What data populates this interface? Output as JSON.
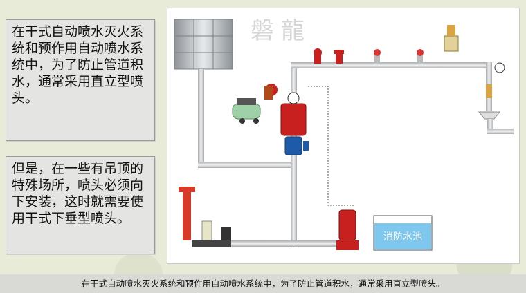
{
  "text_boxes": {
    "box1": "在干式自动喷水灭火系统和预作用自动喷水系统中，为了防止管道积水，通常采用直立型喷头。",
    "box2": "但是，在一些有吊顶的特殊场所，喷头必须向下安装，这时就需要使用干式下垂型喷头。"
  },
  "diagram": {
    "brand_watermark": "磐龍",
    "water_pool_label": "消防水池",
    "colors": {
      "pipe": "#c8cacc",
      "valve_red": "#c8201e",
      "valve_blue": "#1f5aa8",
      "pool": "#7ec8f0"
    }
  },
  "caption": "在干式自动喷水灭火系统和预作用自动喷水系统中，为了防止管道积水，通常采用直立型喷头。"
}
